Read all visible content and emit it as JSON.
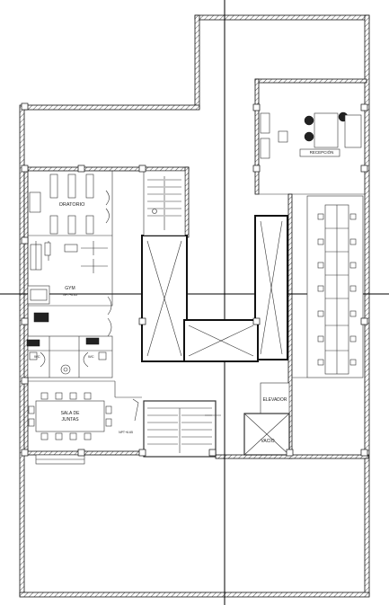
{
  "labels": {
    "oratorio": "ORATORIO",
    "gym": "GYM",
    "npt_gym": "NPT+6.65",
    "wc_left": "WC",
    "wc_right": "WC",
    "sala": "SALA DE",
    "juntas": "JUNTAS",
    "npt_sala": "NPT+6.65",
    "elevador": "ELEVADOR",
    "vacio": "VACÍO",
    "recepcion": "RECEPCIÓN"
  },
  "colors": {
    "line": "#111111",
    "background": "#ffffff"
  }
}
